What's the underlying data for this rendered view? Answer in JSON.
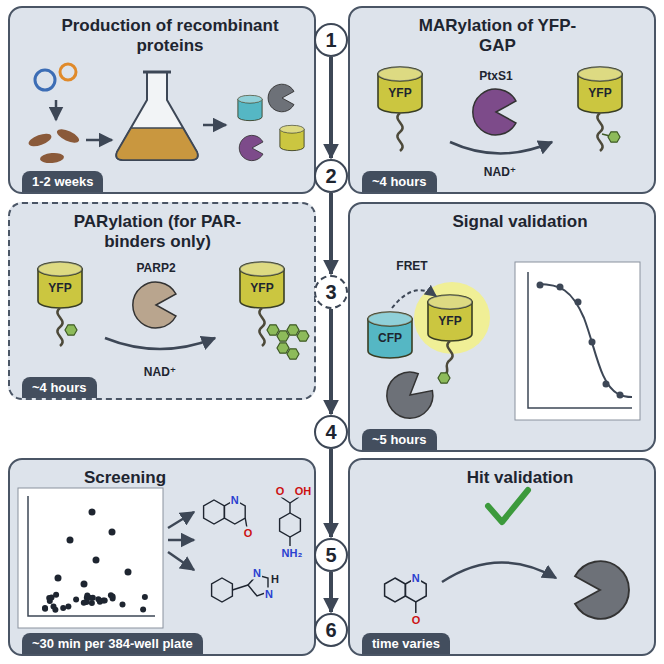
{
  "diagram": {
    "nodes": [
      {
        "text": [
          "Production of recombinant proteins",
          "1-2 weeks"
        ]
      },
      {
        "text": [
          "1"
        ]
      },
      {
        "text": [
          "MARylation of YFP-GAP",
          "~4 hours"
        ]
      },
      {
        "text": [
          "2"
        ]
      },
      {
        "text": [
          "PARylation (for PAR-binders only)",
          "~4 hours"
        ]
      },
      {
        "text": [
          "3"
        ]
      },
      {
        "text": [
          "Signal validation",
          "~5 hours"
        ]
      },
      {
        "text": [
          "4"
        ]
      },
      {
        "text": [
          "Screening",
          "~30 min per 384-well plate"
        ]
      },
      {
        "text": [
          "5"
        ]
      },
      {
        "text": [
          "Hit validation",
          "time varies"
        ]
      },
      {
        "text": [
          "6"
        ]
      }
    ],
    "edges": [
      {
        "from": 1,
        "to": 3,
        "arrow": "to"
      },
      {
        "from": 3,
        "to": 5,
        "arrow": "to"
      },
      {
        "from": 5,
        "to": 7,
        "arrow": "to"
      },
      {
        "from": 7,
        "to": 9,
        "arrow": "to"
      },
      {
        "from": 9,
        "to": 11,
        "arrow": "to"
      }
    ],
    "labels": [
      "YFP",
      "PtxS1",
      "NAD⁺",
      "YFP",
      "YFP",
      "PARP2",
      "NAD⁺",
      "YFP",
      "FRET",
      "CFP",
      "YFP",
      "N",
      "O",
      "O",
      "OH",
      "NH₂",
      "N",
      "N",
      "H",
      "N",
      "O"
    ]
  }
}
